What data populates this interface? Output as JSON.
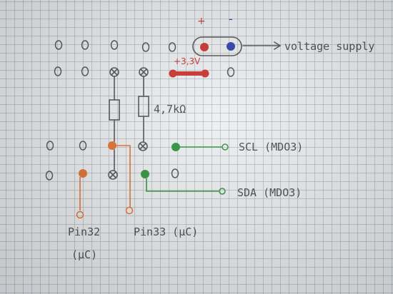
{
  "supply": {
    "plus_sign": "+",
    "minus_sign": "-",
    "label": "voltage supply",
    "jumper_label": "+3,3V"
  },
  "resistor": {
    "label": "4,7kΩ"
  },
  "signals": {
    "scl_label": "SCL (MDO3)",
    "sda_label": "SDA (MDO3)"
  },
  "pins": {
    "pin32_line1": "Pin32",
    "pin32_line2": "(µC)",
    "pin33_label": "Pin33 (µC)"
  },
  "colors": {
    "red": "#c8201c",
    "blue": "#1d2fa8",
    "green": "#1e8a2a",
    "orange": "#e0651e",
    "ink": "#444444"
  }
}
